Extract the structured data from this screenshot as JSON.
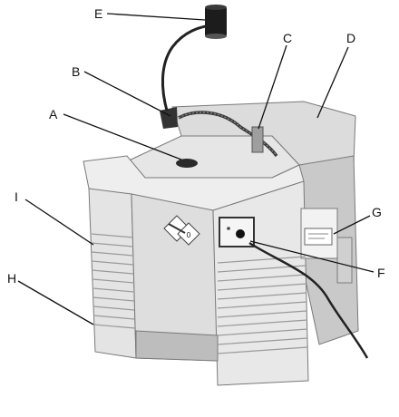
{
  "figure": {
    "callouts": [
      {
        "id": "A",
        "label": "A"
      },
      {
        "id": "B",
        "label": "B"
      },
      {
        "id": "C",
        "label": "C"
      },
      {
        "id": "D",
        "label": "D"
      },
      {
        "id": "E",
        "label": "E"
      },
      {
        "id": "F",
        "label": "F"
      },
      {
        "id": "G",
        "label": "G"
      },
      {
        "id": "H",
        "label": "H"
      },
      {
        "id": "I",
        "label": "I"
      }
    ],
    "hazard_label_text": "0",
    "colors": {
      "body_light": "#ececec",
      "body_mid": "#d6d6d6",
      "body_dark": "#a9a9a9",
      "outline": "#7a7a7a",
      "line": "#111111",
      "lamp": "#1c1c1c"
    }
  }
}
